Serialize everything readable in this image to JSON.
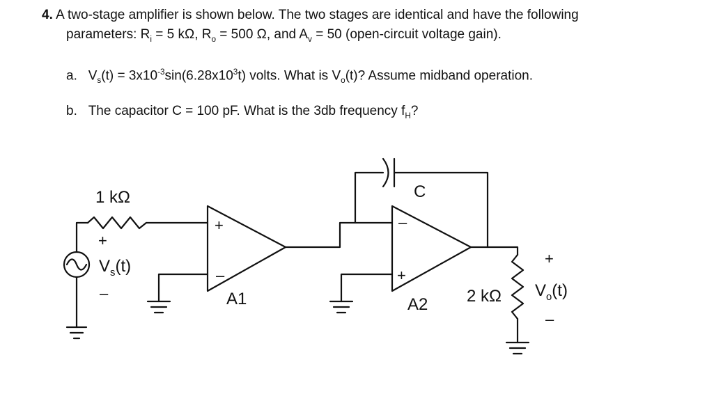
{
  "question": {
    "number": "4.",
    "intro_line1": "A two-stage amplifier is shown below. The two stages are identical and have the following",
    "params": {
      "prefix": "parameters: R",
      "ri_sub": "i",
      "ri_val": " = 5 kΩ, R",
      "ro_sub": "o",
      "ro_val": " = 500 Ω, and A",
      "av_sub": "v",
      "av_val": " = 50 (open-circuit voltage gain)."
    }
  },
  "part_a": {
    "letter": "a.",
    "v": "V",
    "vs_sub": "s",
    "eq1": "(t) = 3x10",
    "exp1": "-3",
    "eq2": "sin(6.28x10",
    "exp2": "3",
    "eq3": "t) volts. What is V",
    "vo_sub": "o",
    "eq4": "(t)? Assume midband operation."
  },
  "part_b": {
    "letter": "b.",
    "text1": "The capacitor C = 100 pF. What is the 3db frequency f",
    "fh_sub": "H",
    "text2": "?"
  },
  "circuit": {
    "r1_label": "1 kΩ",
    "src_plus": "+",
    "src_minus": "–",
    "vs_v": "V",
    "vs_sub": "s",
    "vs_t": "(t)",
    "a1_label": "A1",
    "a1_plus": "+",
    "a1_minus": "–",
    "a2_label": "A2",
    "a2_plus": "+",
    "a2_minus": "–",
    "c_label": "C",
    "rl_label": "2 kΩ",
    "vo_plus": "+",
    "vo_minus": "–",
    "vo_v": "V",
    "vo_sub": "o",
    "vo_t": "(t)"
  }
}
